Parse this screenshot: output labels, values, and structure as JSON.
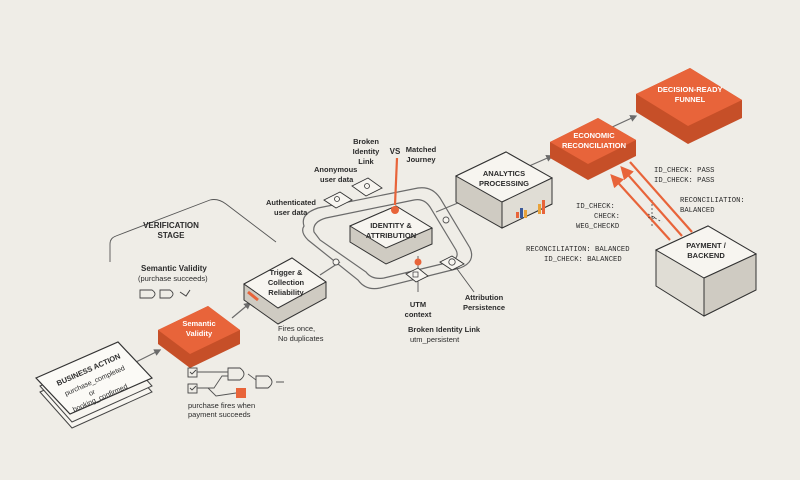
{
  "business_action": {
    "title": "BUSINESS ACTION",
    "line1": "purchase_completed",
    "line2": "or",
    "line3": "booking_confirmed"
  },
  "semantic_validity": {
    "box_line1": "Semantic",
    "box_line2": "Validity",
    "label_title": "Semantic Validity",
    "label_sub": "(purchase succeeds)",
    "gate_caption1": "purchase fires when",
    "gate_caption2": "payment succeeds"
  },
  "verification_stage": {
    "line1": "VERIFICATION",
    "line2": "STAGE"
  },
  "trigger": {
    "line1": "Trigger &",
    "line2": "Collection",
    "line3": "Reliability",
    "note1": "Fires once,",
    "note2": "No duplicates"
  },
  "identity": {
    "line1": "IDENTITY &",
    "line2": "ATTRIBUTION",
    "authenticated1": "Authenticated",
    "authenticated2": "user data",
    "anonymous1": "Anonymous",
    "anonymous2": "user data",
    "broken1": "Broken",
    "broken2": "Identity",
    "broken3": "Link",
    "vs": "VS",
    "matched1": "Matched",
    "matched2": "Journey",
    "utm1": "UTM",
    "utm2": "context",
    "broken_link_label": "Broken Identity Link",
    "utm_persistent": "utm_persistent",
    "persistence1": "Attribution",
    "persistence2": "Persistence"
  },
  "analytics": {
    "line1": "ANALYTICS",
    "line2": "PROCESSING"
  },
  "economic": {
    "line1": "ECONOMIC",
    "line2": "RECONCILIATION"
  },
  "decision": {
    "line1": "DECISION-READY",
    "line2": "FUNNEL"
  },
  "payment": {
    "line1": "PAYMENT /",
    "line2": "BACKEND"
  },
  "checks": {
    "a1": "ID_CHECK: PASS",
    "a2": "ID_CHECK: PASS",
    "b1": "RECONCILIATION:",
    "b2": "BALANCED",
    "c1": "ID_CHECK:",
    "c2": "CHECK:",
    "c3": "WEG_CHECKD",
    "d1": "RECONCILIATION: BALANCED",
    "d2": "ID_CHECK: BALANCED",
    "arrow": "->"
  },
  "colors": {
    "orange": "#e8643a",
    "background": "#efede7",
    "box": "#f7f5f0",
    "ink": "#2b2b2b"
  }
}
